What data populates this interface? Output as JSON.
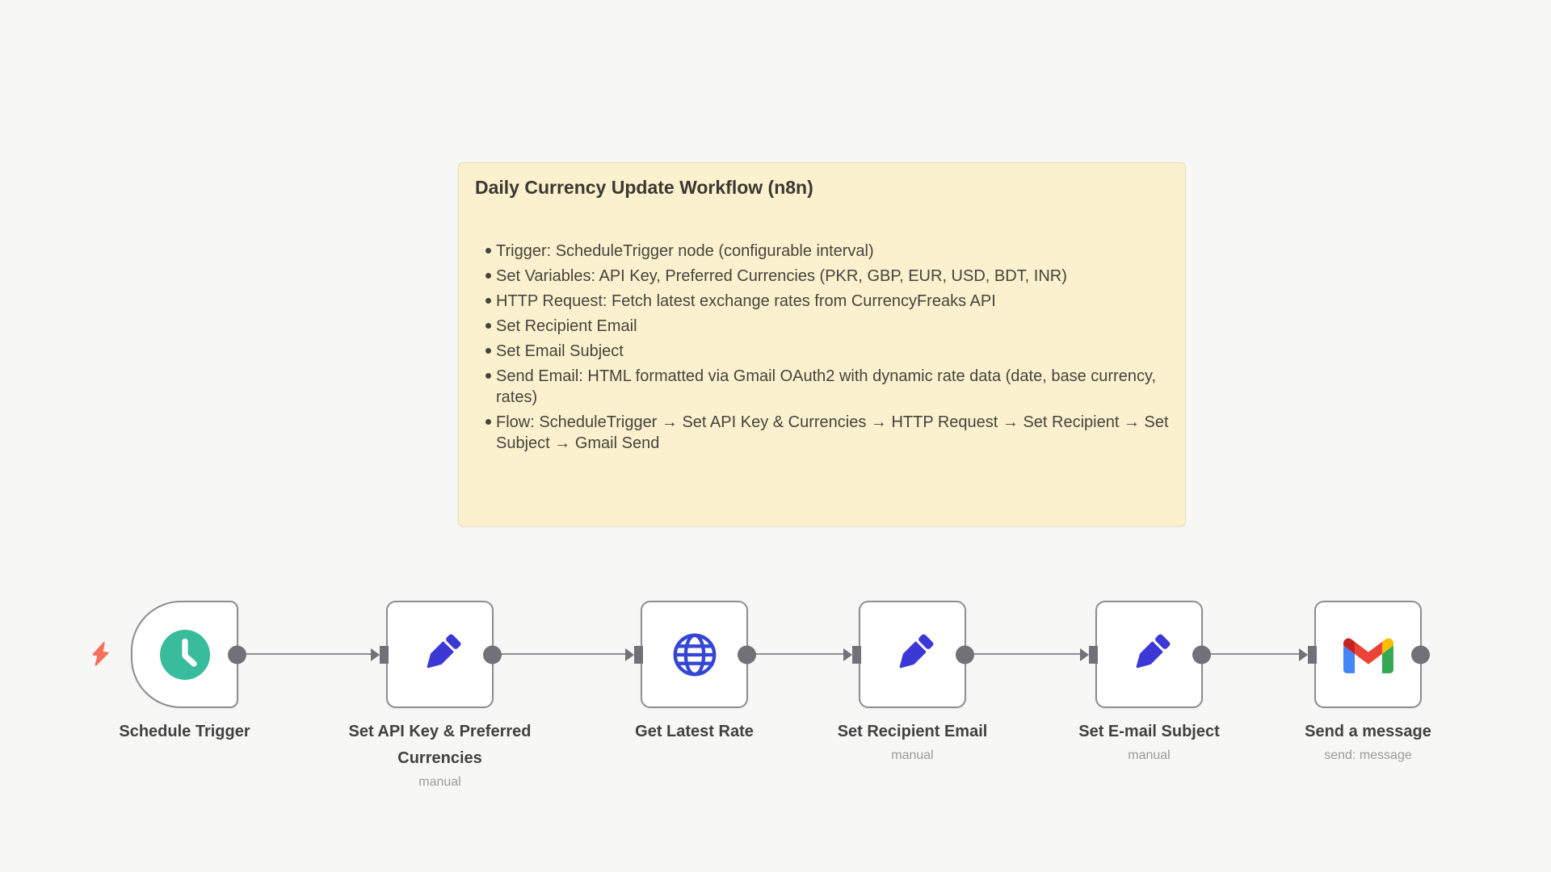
{
  "sticky_note": {
    "title": "Daily Currency Update Workflow (n8n)",
    "bullets": [
      "Trigger: ScheduleTrigger node (configurable interval)",
      "Set Variables: API Key, Preferred Currencies (PKR, GBP, EUR, USD, BDT, INR)",
      "HTTP Request: Fetch latest exchange rates from CurrencyFreaks API",
      "Set Recipient Email",
      "Set Email Subject",
      "Send Email: HTML formatted via Gmail OAuth2 with dynamic rate data (date, base currency, rates)",
      "Flow: ScheduleTrigger → Set API Key & Currencies → HTTP Request → Set Recipient → Set Subject → Gmail Send"
    ]
  },
  "workflow": {
    "nodes": [
      {
        "label": "Schedule Trigger",
        "subtitle": "",
        "icon": "clock-icon"
      },
      {
        "label": "Set API Key & Preferred Currencies",
        "subtitle": "manual",
        "icon": "pencil-icon"
      },
      {
        "label": "Get Latest Rate",
        "subtitle": "",
        "icon": "globe-icon"
      },
      {
        "label": "Set Recipient Email",
        "subtitle": "manual",
        "icon": "pencil-icon"
      },
      {
        "label": "Set E-mail Subject",
        "subtitle": "manual",
        "icon": "pencil-icon"
      },
      {
        "label": "Send a message",
        "subtitle": "send: message",
        "icon": "gmail-icon"
      }
    ]
  },
  "colors": {
    "canvas_bg": "#f7f7f6",
    "note_bg": "#fbf1ce",
    "note_border": "#eadfb3",
    "node_border": "#8d8d92",
    "connector_gray": "#717178",
    "trigger_bolt": "#f4705c",
    "clock_green": "#38bc9c",
    "pencil_blue": "#3c38d6",
    "globe_blue": "#3546d2",
    "gmail_blue": "#4285f4",
    "gmail_red": "#ea4335",
    "gmail_dark_red": "#c5221f",
    "gmail_green": "#34a853",
    "gmail_yellow": "#fbbc04"
  }
}
